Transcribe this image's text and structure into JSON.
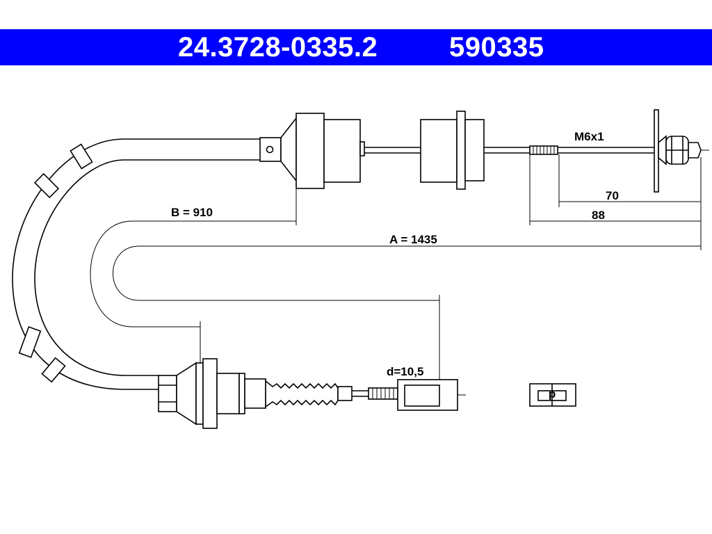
{
  "header": {
    "part_number": "24.3728-0335.2",
    "reference_number": "590335",
    "color": "#0000ff"
  },
  "dimensions": {
    "thread": "M6x1",
    "dim_70": "70",
    "dim_88": "88",
    "length_b": "B = 910",
    "length_a": "A = 1435",
    "diameter": "d=10,5",
    "end_fitting_letter": "d"
  }
}
